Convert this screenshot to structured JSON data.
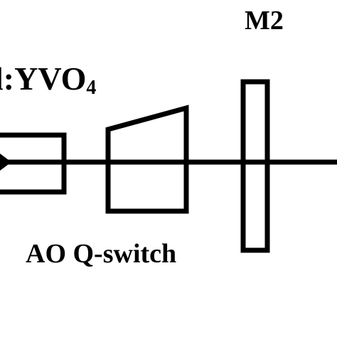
{
  "labels": {
    "mirror": "M2",
    "crystal_main": "l:YVO",
    "crystal_sub": "4",
    "modulator": "AO Q-switch"
  },
  "colors": {
    "ink": "#000000",
    "background": "#ffffff"
  }
}
